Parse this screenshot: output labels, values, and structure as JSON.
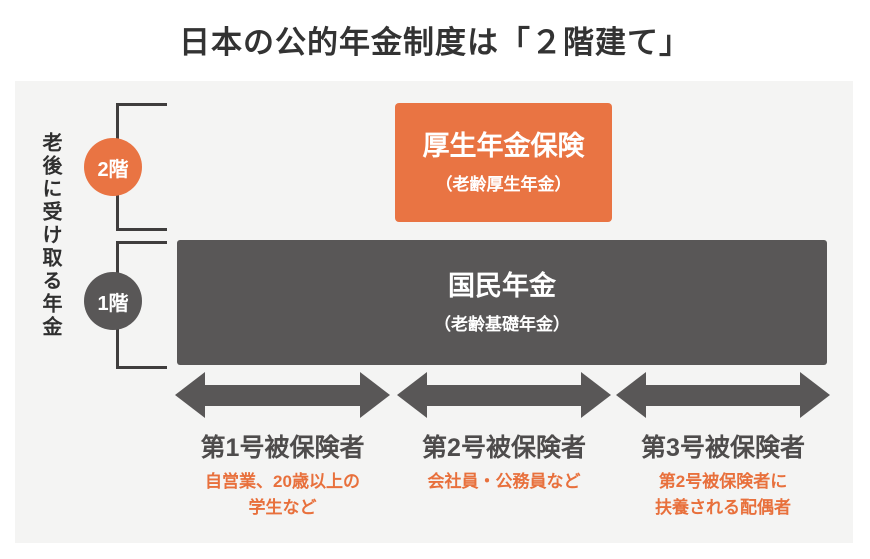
{
  "title": "日本の公的年金制度は「２階建て」",
  "side_label": "老後に受け取る年金",
  "colors": {
    "orange": "#e97443",
    "dark_gray": "#595757",
    "panel_bg": "#f4f4f3",
    "bracket_line": "#3f3d3d",
    "title_text": "#333333",
    "category_label_text": "#4e4c4c"
  },
  "floors": [
    {
      "badge": "2階",
      "box_title": "厚生年金保険",
      "box_subtitle": "（老齢厚生年金）"
    },
    {
      "badge": "1階",
      "box_title": "国民年金",
      "box_subtitle": "（老齢基礎年金）"
    }
  ],
  "categories": [
    {
      "label": "第1号被保険者",
      "description": "自営業、20歳以上の\n学生など"
    },
    {
      "label": "第2号被保険者",
      "description": "会社員・公務員など"
    },
    {
      "label": "第3号被保険者",
      "description": "第2号被保険者に\n扶養される配偶者"
    }
  ]
}
